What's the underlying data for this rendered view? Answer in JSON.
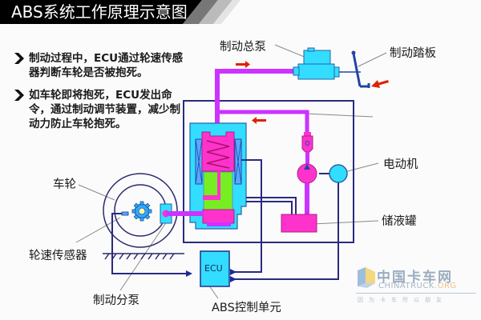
{
  "title": "ABS系统工作原理示意图",
  "bullets": [
    "制动过程中，ECU通过轮速传感器判断车轮是否被抱死。",
    "如车轮即将抱死，ECU发出命令，通过制动调节装置，减少制动力防止车轮抱死。"
  ],
  "labels": {
    "master_cylinder": "制动总泵",
    "brake_pedal": "制动踏板",
    "motor": "电动机",
    "reservoir": "储液罐",
    "wheel": "车轮",
    "wheel_speed_sensor": "轮速传感器",
    "wheel_cylinder": "制动分泵",
    "ecu": "ECU",
    "abs_control_unit": "ABS控制单元"
  },
  "watermark": {
    "name_cn": "中国卡车网",
    "name_en": "CHINATRUCK",
    "name_suffix": ".ORG",
    "slogan": "因为卡车所以朋友"
  },
  "colors": {
    "title_bg": "#000000",
    "brake_line": "#cc33ff",
    "component_cyan": "#33ddff",
    "piston_magenta": "#ff33cc",
    "valve_green": "#77ee22",
    "outline_navy": "#1a1a7a",
    "arrow_red": "#dd2200"
  }
}
